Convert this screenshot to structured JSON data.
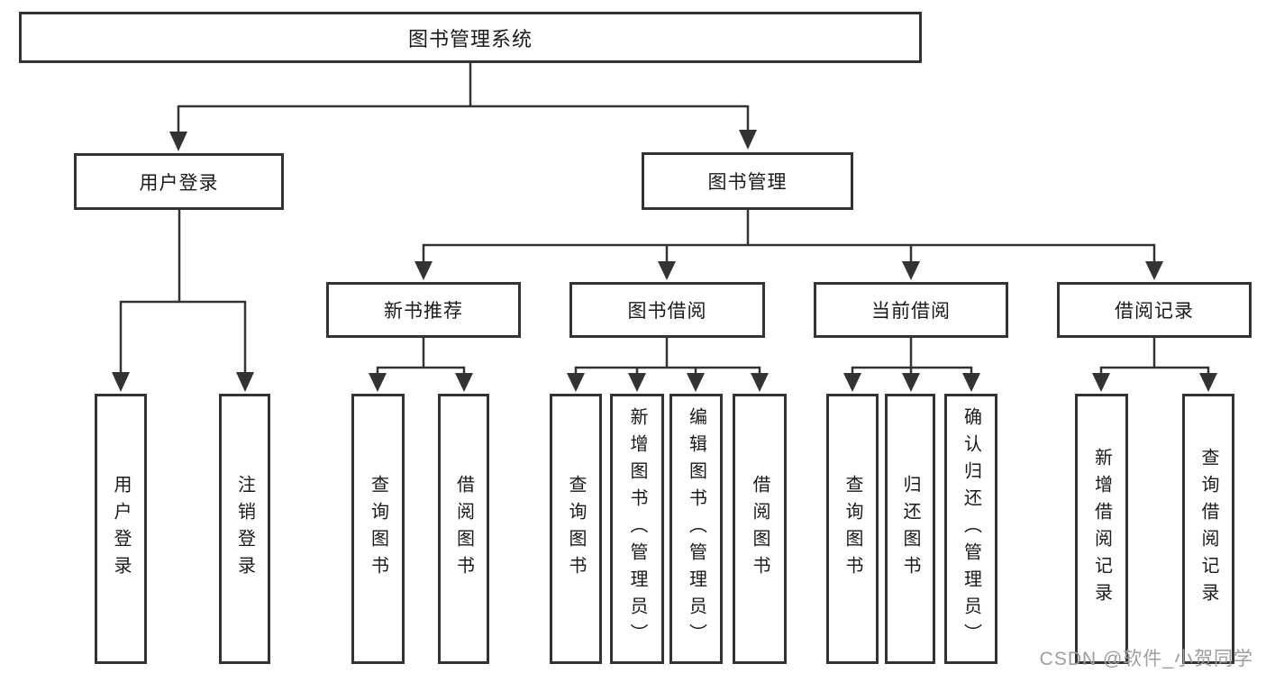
{
  "diagram": {
    "root": {
      "label": "图书管理系统"
    },
    "level2": [
      {
        "label": "用户登录"
      },
      {
        "label": "图书管理"
      }
    ],
    "modules": [
      {
        "label": "新书推荐"
      },
      {
        "label": "图书借阅"
      },
      {
        "label": "当前借阅"
      },
      {
        "label": "借阅记录"
      }
    ],
    "groups": [
      {
        "parent_label": "用户登录",
        "leaves": [
          {
            "label": "用户登录"
          },
          {
            "label": "注销登录"
          }
        ]
      },
      {
        "parent_label": "新书推荐",
        "leaves": [
          {
            "label": "查询图书"
          },
          {
            "label": "借阅图书"
          }
        ]
      },
      {
        "parent_label": "图书借阅",
        "leaves": [
          {
            "label": "查询图书"
          },
          {
            "label": "新增图书（管理员）"
          },
          {
            "label": "编辑图书（管理员）"
          },
          {
            "label": "借阅图书"
          }
        ]
      },
      {
        "parent_label": "当前借阅",
        "leaves": [
          {
            "label": "查询图书"
          },
          {
            "label": "归还图书"
          },
          {
            "label": "确认归还（管理员）"
          }
        ]
      },
      {
        "parent_label": "借阅记录",
        "leaves": [
          {
            "label": "新增借阅记录"
          },
          {
            "label": "查询借阅记录"
          }
        ]
      }
    ]
  },
  "watermark": {
    "text": "CSDN @软件_小贺同学"
  },
  "colors": {
    "line": "#333333",
    "box_border": "#333333",
    "box_bg": "#ffffff",
    "text": "#1a1a1a",
    "watermark": "#9e9e9e",
    "page_bg": "#ffffff"
  }
}
